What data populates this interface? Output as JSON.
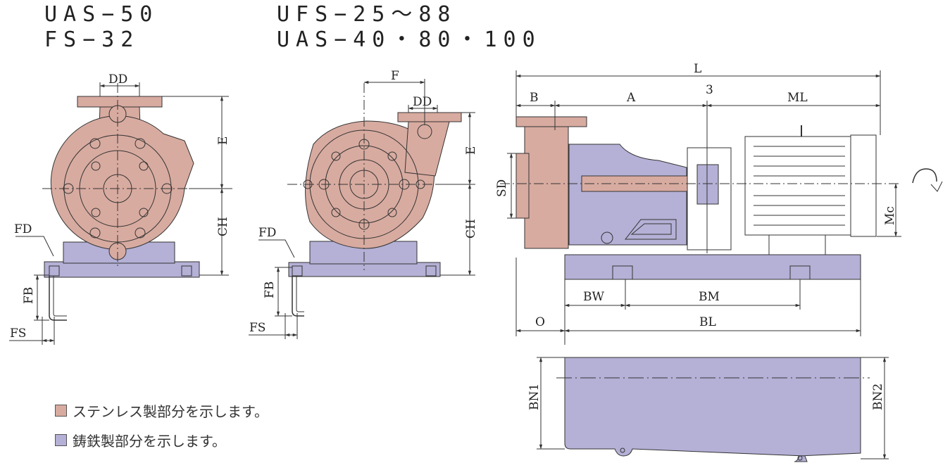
{
  "titles": {
    "left_line1": "UAS−50",
    "left_line2": "FS−32",
    "right_line1": "UFS−25〜88",
    "right_line2": "UAS−40・80・100"
  },
  "labels": {
    "dd": "DD",
    "e": "E",
    "ch": "CH",
    "fd": "FD",
    "fb": "FB",
    "fs": "FS",
    "f": "F",
    "l": "L",
    "b": "B",
    "a": "A",
    "three": "3",
    "ml": "ML",
    "sd": "SD",
    "mc": "Mc",
    "bw": "BW",
    "bm": "BM",
    "o": "O",
    "bl": "BL",
    "bn1": "BN1",
    "bn2": "BN2"
  },
  "legend": [
    {
      "text": "ステンレス製部分を示します。",
      "color": "#d8aba0"
    },
    {
      "text": "鋳鉄製部分を示します。",
      "color": "#b4b0d6"
    }
  ],
  "colors": {
    "stainless": "#d8aba0",
    "cast_iron": "#b4b0d6",
    "line": "#333333"
  }
}
